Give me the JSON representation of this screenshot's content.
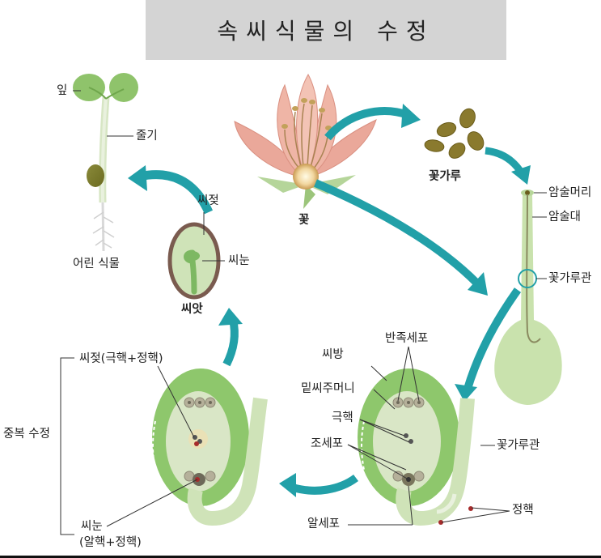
{
  "title": "속씨식물의 수정",
  "labels": {
    "leaf": "잎",
    "stem": "줄기",
    "young_plant": "어린 식물",
    "cotyledon": "씨젖",
    "embryo": "씨눈",
    "seed": "씨앗",
    "flower": "꽃",
    "pollen": "꽃가루",
    "stigma": "암술머리",
    "style": "암술대",
    "pollen_tube_top": "꽃가루관",
    "ovary": "씨방",
    "antipodal": "반족세포",
    "ovule": "밑씨주머니",
    "polar_nuclei": "극핵",
    "synergid": "조세포",
    "pollen_tube": "꽃가루관",
    "egg_cell": "알세포",
    "sperm": "정핵",
    "endosperm_note": "씨젖(극핵+정핵)",
    "double_fertilization": "중복 수정",
    "embryo_note_1": "씨눈",
    "embryo_note_2": "(알핵+정핵)"
  },
  "colors": {
    "arrow": "#22a0a8",
    "light_green": "#cfe3b8",
    "mid_green": "#7db862",
    "flower_pink": "#eaa89a"
  }
}
